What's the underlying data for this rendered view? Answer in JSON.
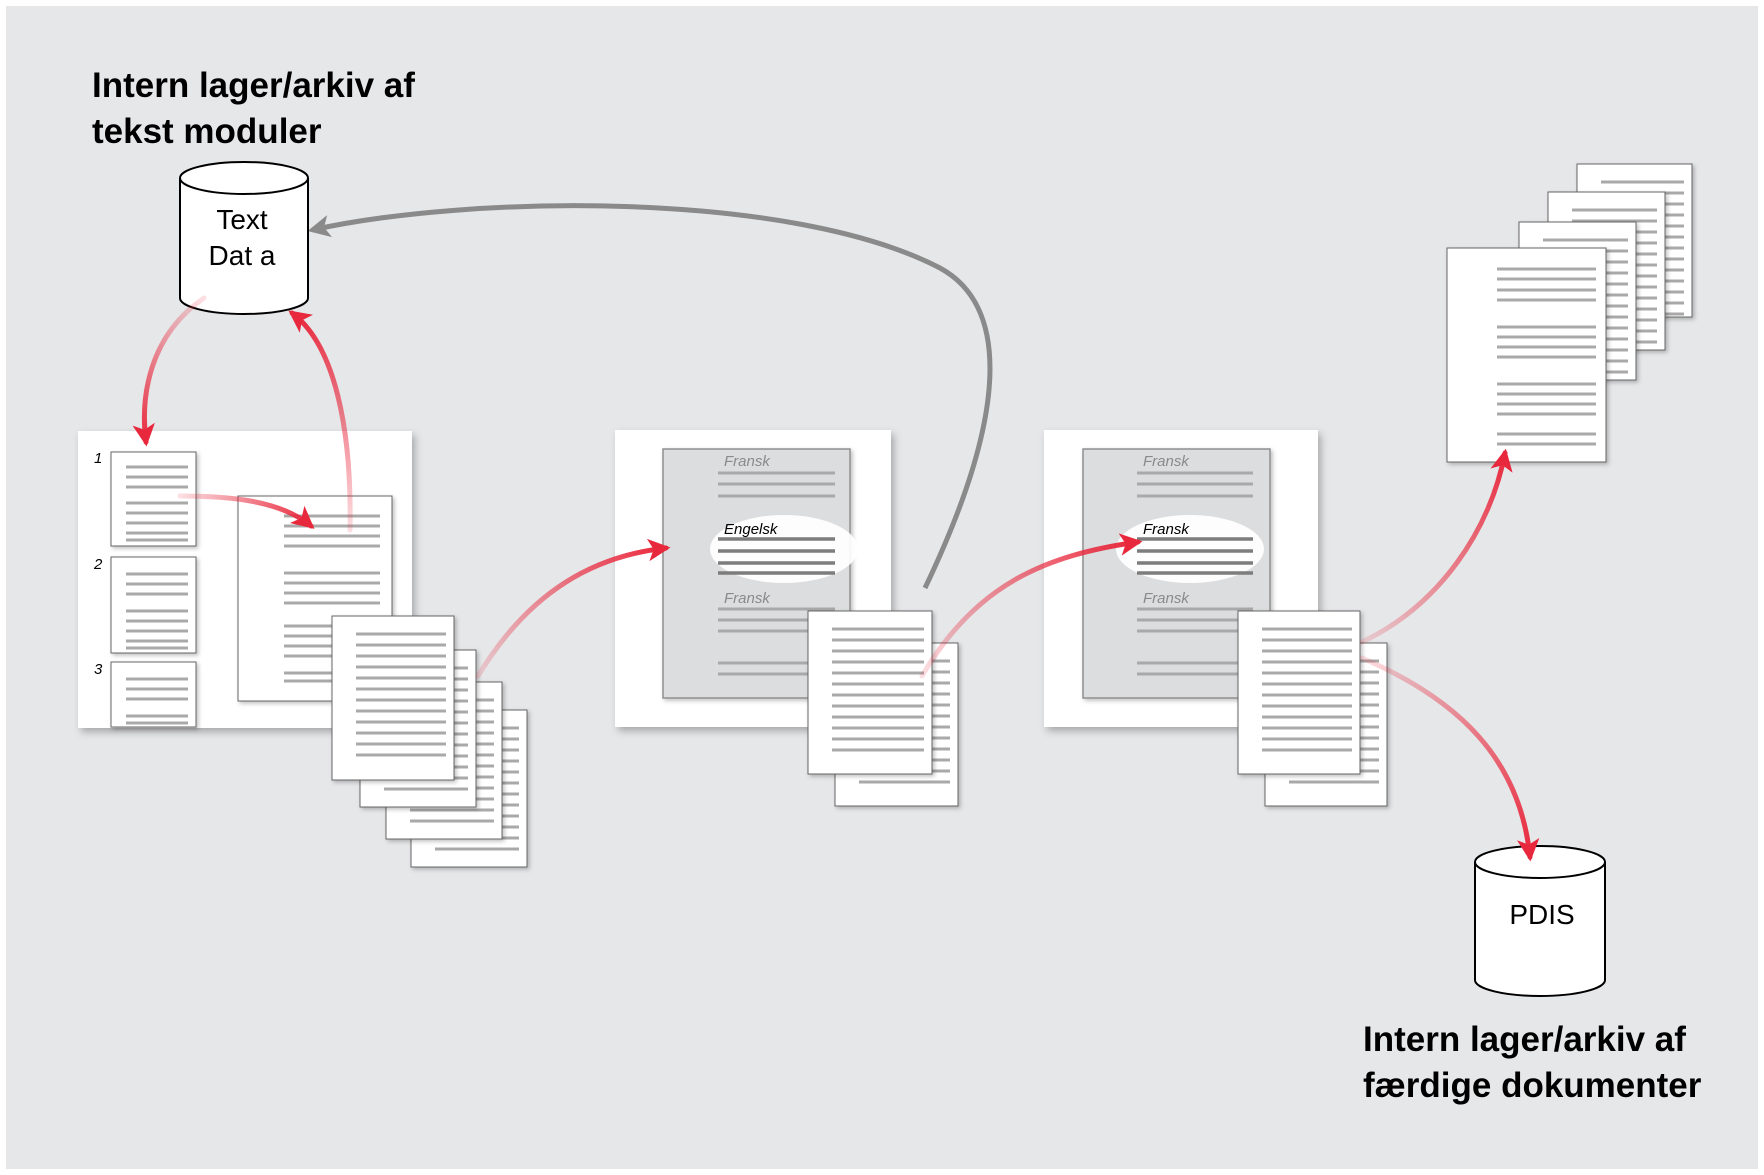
{
  "colors": {
    "background": "#e6e7e9",
    "arrow_red": "#e8283c",
    "arrow_gray": "#8a8a8a",
    "line_gray": "#aaaaaa",
    "page_white": "#ffffff"
  },
  "titles": {
    "top_left_line1": "Intern lager/arkiv af",
    "top_left_line2": "tekst moduler",
    "bottom_right_line1": "Intern lager/arkiv af",
    "bottom_right_line2": "færdige dokumenter"
  },
  "databases": {
    "text_data_line1": "Text",
    "text_data_line2": "Dat a",
    "pdis": "PDIS"
  },
  "modules": {
    "num1": "1",
    "num2": "2",
    "num3": "3"
  },
  "panel2": {
    "label_top": "Fransk",
    "label_highlight": "Engelsk",
    "label_bottom": "Fransk"
  },
  "panel3": {
    "label_top": "Fransk",
    "label_highlight": "Fransk",
    "label_bottom": "Fransk"
  }
}
